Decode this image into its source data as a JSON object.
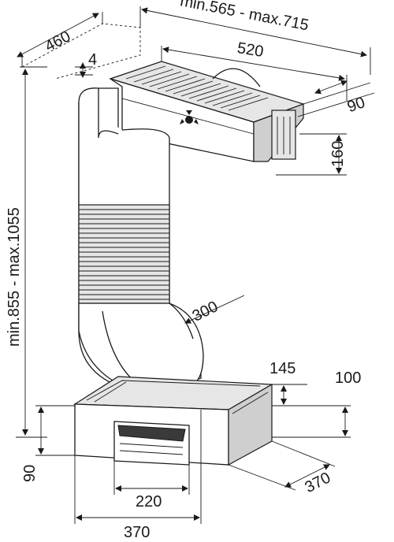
{
  "diagram": {
    "labels": {
      "d460": "460",
      "d565_715": "min.565 - max.715",
      "d520": "520",
      "d4": "4",
      "d90_top": "90",
      "d160": "160",
      "d855_1055": "min.855 - max.1055",
      "d300": "300",
      "d145": "145",
      "d100": "100",
      "d90_bottom": "90",
      "d220": "220",
      "d370_right": "370",
      "d370_bottom": "370"
    }
  }
}
